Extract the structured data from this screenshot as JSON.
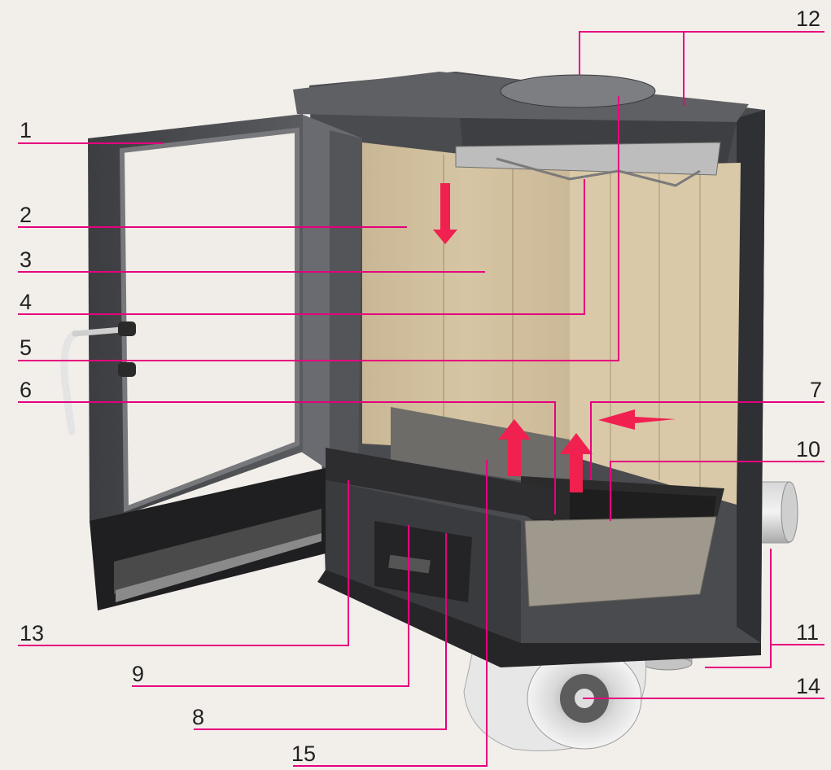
{
  "diagram": {
    "colors": {
      "leader": "#e6007e",
      "arrow": "#f0204f",
      "background": "#f2efeb"
    },
    "callouts": [
      {
        "id": "1",
        "text": "1"
      },
      {
        "id": "2",
        "text": "2"
      },
      {
        "id": "3",
        "text": "3"
      },
      {
        "id": "4",
        "text": "4"
      },
      {
        "id": "5",
        "text": "5"
      },
      {
        "id": "6",
        "text": "6"
      },
      {
        "id": "7",
        "text": "7"
      },
      {
        "id": "8",
        "text": "8"
      },
      {
        "id": "9",
        "text": "9"
      },
      {
        "id": "10",
        "text": "10"
      },
      {
        "id": "11",
        "text": "11"
      },
      {
        "id": "12",
        "text": "12"
      },
      {
        "id": "13",
        "text": "13"
      },
      {
        "id": "14",
        "text": "14"
      },
      {
        "id": "15",
        "text": "15"
      }
    ]
  }
}
